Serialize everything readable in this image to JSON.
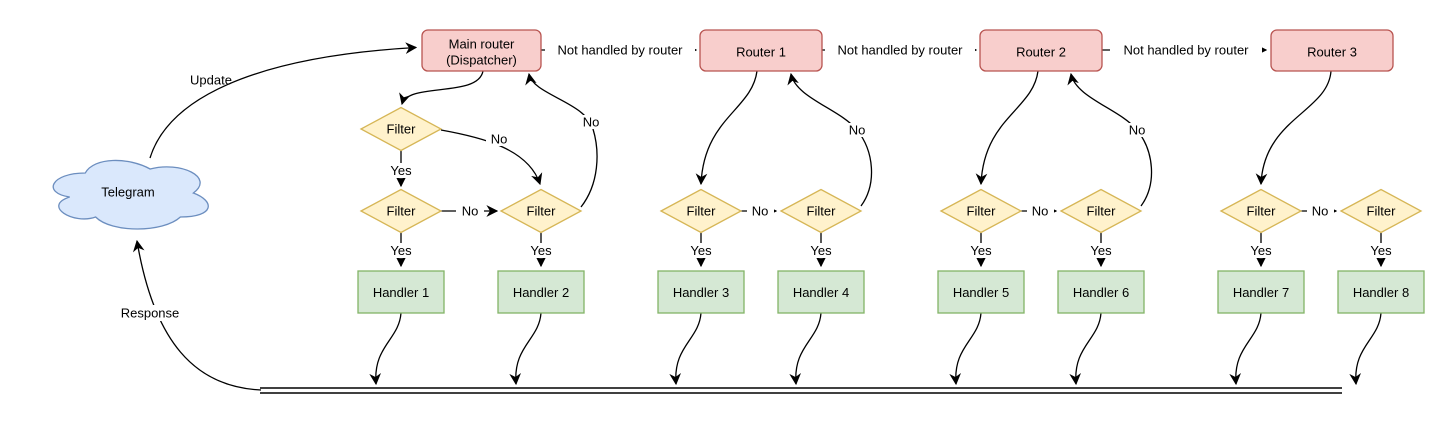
{
  "colors": {
    "router_fill": "#f8cecc",
    "router_stroke": "#b85450",
    "filter_fill": "#fff2cc",
    "filter_stroke": "#d6b656",
    "handler_fill": "#d5e8d4",
    "handler_stroke": "#82b366",
    "cloud_fill": "#dae8fc",
    "cloud_stroke": "#6c8ebf",
    "edge": "#000000"
  },
  "cloud": {
    "label": "Telegram"
  },
  "labels": {
    "update": "Update",
    "response": "Response",
    "yes": "Yes",
    "no": "No",
    "not_handled": "Not handled by router",
    "filter": "Filter"
  },
  "nodes": {
    "main_router": {
      "line1": "Main router",
      "line2": "(Dispatcher)"
    },
    "routers": [
      "Router 1",
      "Router 2",
      "Router 3"
    ],
    "handlers": [
      "Handler 1",
      "Handler 2",
      "Handler 3",
      "Handler 4",
      "Handler 5",
      "Handler 6",
      "Handler 7",
      "Handler 8"
    ]
  }
}
